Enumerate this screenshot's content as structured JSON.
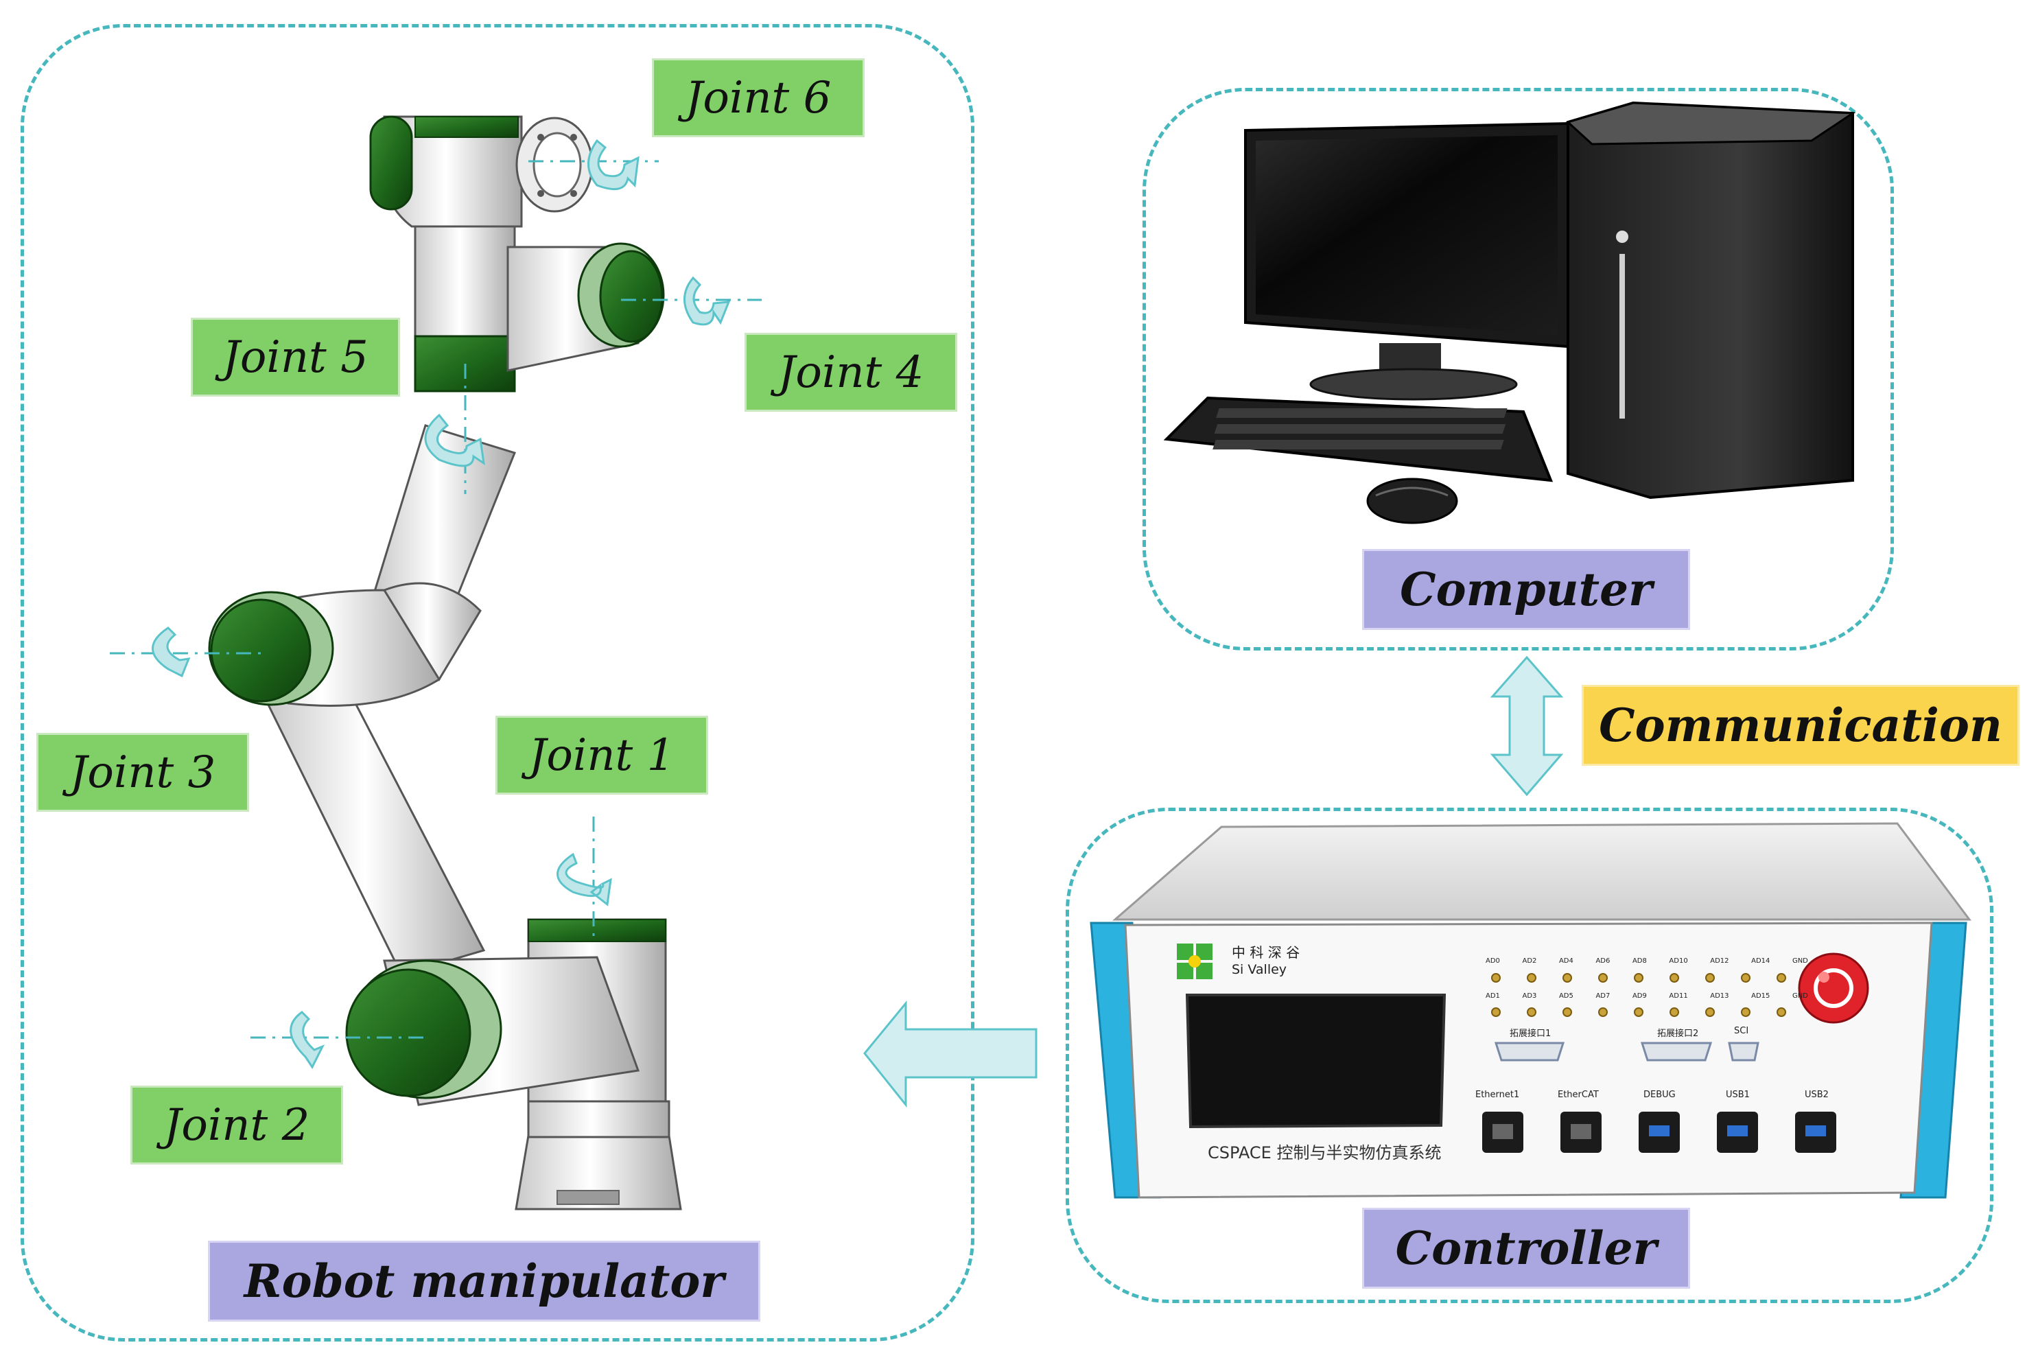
{
  "robot_panel": {
    "title": "Robot manipulator",
    "joints": [
      "Joint 1",
      "Joint 2",
      "Joint 3",
      "Joint 4",
      "Joint 5",
      "Joint 6"
    ]
  },
  "computer_panel": {
    "title": "Computer"
  },
  "link": {
    "label": "Communication"
  },
  "controller_panel": {
    "title": "Controller",
    "brand_cn": "中 科 深 谷",
    "brand_en": "Si Valley",
    "system_name": "CSPACE 控制与半实物仿真系统",
    "ports": [
      "Ethernet1",
      "EtherCAT",
      "DEBUG",
      "USB1",
      "USB2"
    ],
    "connectors": [
      "拓展接口1",
      "拓展接口2",
      "SCI"
    ],
    "ad_row1": [
      "AD0",
      "AD2",
      "AD4",
      "AD6",
      "AD8",
      "AD10",
      "AD12",
      "AD14",
      "GND"
    ],
    "ad_row2": [
      "AD1",
      "AD3",
      "AD5",
      "AD7",
      "AD9",
      "AD11",
      "AD13",
      "AD15",
      "GND"
    ]
  },
  "colors": {
    "dash_border": "#45b7bd",
    "joint_label_bg": "#80d067",
    "title_label_bg": "#a9a6e0",
    "communication_bg": "#fad44c",
    "arrow_fill": "#d3eef0",
    "arrow_stroke": "#5bc4ca",
    "robot_green": "#1f6a1c",
    "controller_cyan": "#2cb2de"
  }
}
